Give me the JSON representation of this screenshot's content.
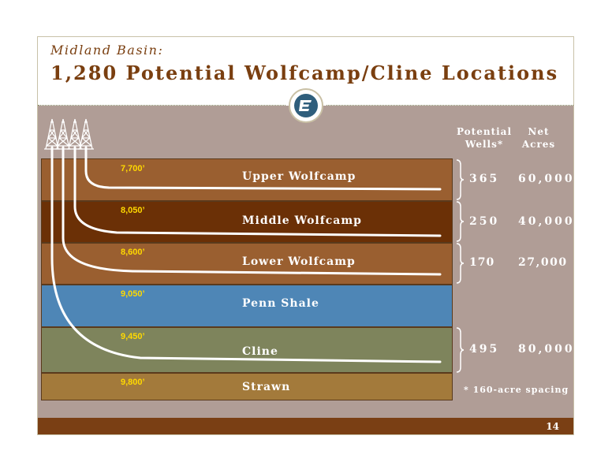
{
  "header": {
    "subtitle": "Midland Basin:",
    "title": "1,280 Potential Wolfcamp/Cline Locations"
  },
  "columns": {
    "wells_line1": "Potential",
    "wells_line2": "Wells*",
    "acres_line1": "Net",
    "acres_line2": "Acres"
  },
  "layers": [
    {
      "name": "Upper Wolfcamp",
      "depth": "7,700’",
      "color": "#9a5f30"
    },
    {
      "name": "Middle Wolfcamp",
      "depth": "8,050’",
      "color": "#6b3006"
    },
    {
      "name": "Lower Wolfcamp",
      "depth": "8,600’",
      "color": "#9a5f30"
    },
    {
      "name": "Penn Shale",
      "depth": "9,050’",
      "color": "#4e86b6"
    },
    {
      "name": "Cline",
      "depth": "9,450’",
      "color": "#7e845c"
    },
    {
      "name": "Strawn",
      "depth": "9,800’",
      "color": "#a37a3b"
    }
  ],
  "targets": [
    {
      "layer": "Upper Wolfcamp",
      "wells": "365",
      "acres": "60,000"
    },
    {
      "layer": "Middle Wolfcamp",
      "wells": "250",
      "acres": "40,000"
    },
    {
      "layer": "Lower Wolfcamp",
      "wells": "170",
      "acres": "27,000"
    },
    {
      "layer": "Cline",
      "wells": "495",
      "acres": "80,000"
    }
  ],
  "footnote": "* 160-acre spacing",
  "page_number": "14",
  "icons": [
    "oil-derrick-icon",
    "company-logo-icon"
  ]
}
